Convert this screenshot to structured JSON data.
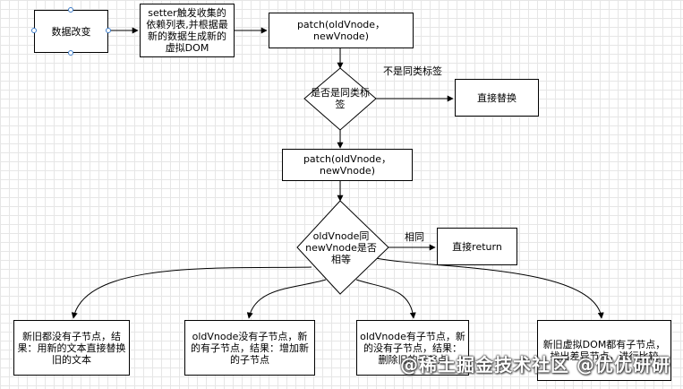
{
  "nodes": {
    "data_change": "数据改变",
    "setter_notify": "setter触发收集的依赖列表,并根据最新的数据生成新的虚拟DOM",
    "patch_1": "patch(oldVnode，newVnode)",
    "same_type_q": "是否是同类标签",
    "replace": "直接替换",
    "patch_2": "patch(oldVnode，newVnode)",
    "same_vnode_q": "oldVnode同newVnode是否相等",
    "return": "直接return",
    "case_1": "新旧都没有子节点，结果：用新的文本直接替换旧的文本",
    "case_2": "oldVnode没有子节点，新的有子节点，结果：增加新的子节点",
    "case_3": "oldVnode有子节点，新的没有子节点，结果：删除旧的子节点",
    "case_4": "新旧虚拟DOM都有子节点，找出差异节点，进行比较"
  },
  "edge_labels": {
    "not_same_type": "不是同类标签",
    "same": "相同"
  },
  "watermark": "@稀土掘金技术社区 @优优研研"
}
